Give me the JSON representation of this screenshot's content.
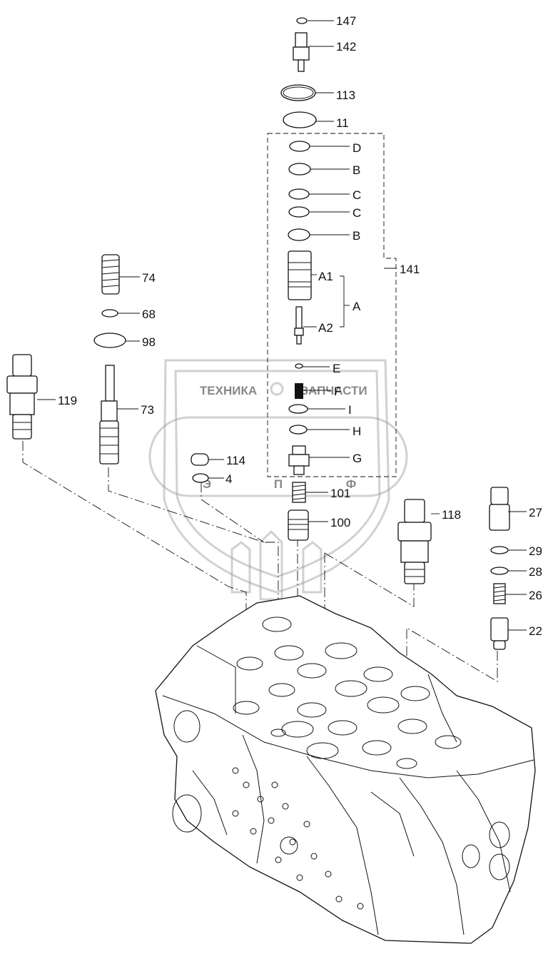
{
  "watermark": {
    "left_word": "ТЕХНИКА",
    "right_word": "ЗАПЧАСТИ",
    "logo": "ЭПФ",
    "logo_letters": [
      "Э",
      "П",
      "Ф"
    ],
    "color": "#9a9a9a"
  },
  "callouts": [
    {
      "id": "p147",
      "label": "147"
    },
    {
      "id": "p142",
      "label": "142"
    },
    {
      "id": "p113",
      "label": "113"
    },
    {
      "id": "p11",
      "label": "11"
    },
    {
      "id": "pD",
      "label": "D"
    },
    {
      "id": "pB1",
      "label": "B"
    },
    {
      "id": "pC1",
      "label": "C"
    },
    {
      "id": "pC2",
      "label": "C"
    },
    {
      "id": "pB2",
      "label": "B"
    },
    {
      "id": "pA1",
      "label": "A1"
    },
    {
      "id": "pA",
      "label": "A"
    },
    {
      "id": "pA2",
      "label": "A2"
    },
    {
      "id": "p141",
      "label": "141"
    },
    {
      "id": "pE",
      "label": "E"
    },
    {
      "id": "pF",
      "label": "F"
    },
    {
      "id": "pI",
      "label": "I"
    },
    {
      "id": "pH",
      "label": "H"
    },
    {
      "id": "pG",
      "label": "G"
    },
    {
      "id": "p74",
      "label": "74"
    },
    {
      "id": "p68",
      "label": "68"
    },
    {
      "id": "p98",
      "label": "98"
    },
    {
      "id": "p73",
      "label": "73"
    },
    {
      "id": "p119",
      "label": "119"
    },
    {
      "id": "p114",
      "label": "114"
    },
    {
      "id": "p4",
      "label": "4"
    },
    {
      "id": "p101",
      "label": "101"
    },
    {
      "id": "p100",
      "label": "100"
    },
    {
      "id": "p118",
      "label": "118"
    },
    {
      "id": "p27",
      "label": "27"
    },
    {
      "id": "p29",
      "label": "29"
    },
    {
      "id": "p28",
      "label": "28"
    },
    {
      "id": "p26",
      "label": "26"
    },
    {
      "id": "p22",
      "label": "22"
    }
  ]
}
